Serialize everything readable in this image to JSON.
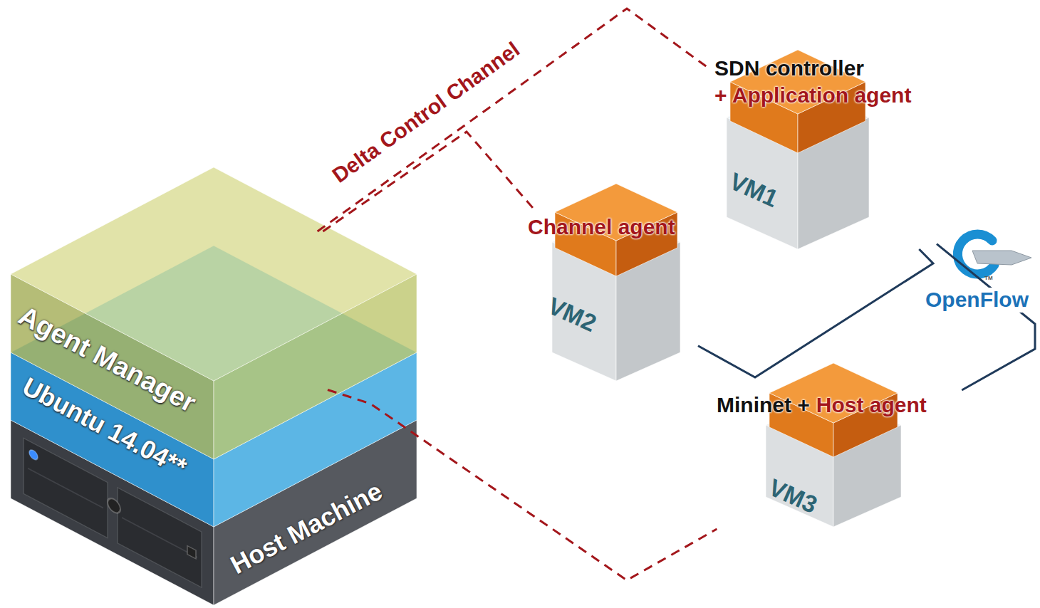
{
  "diagram": {
    "nodes": [
      {
        "text": [
          "Agent Manager"
        ]
      },
      {
        "text": [
          "Ubuntu 14.04**"
        ]
      },
      {
        "text": [
          "Host Machine"
        ]
      },
      {
        "text": [
          "SDN controller",
          "+ Application agent",
          "VM1"
        ]
      },
      {
        "text": [
          "Channel agent",
          "VM2"
        ]
      },
      {
        "text": [
          "Mininet +",
          "Host agent",
          "VM3"
        ]
      }
    ],
    "edges": [
      {
        "from": 0,
        "to": 3,
        "arrow": "none",
        "label": "Delta Control Channel"
      },
      {
        "from": 0,
        "to": 4,
        "arrow": "none"
      },
      {
        "from": 0,
        "to": 5,
        "arrow": "none"
      },
      {
        "from": 4,
        "to": 3,
        "arrow": "none"
      },
      {
        "from": 5,
        "to": 3,
        "arrow": "none"
      }
    ],
    "labels": [
      "OpenFlow",
      "TM"
    ]
  }
}
